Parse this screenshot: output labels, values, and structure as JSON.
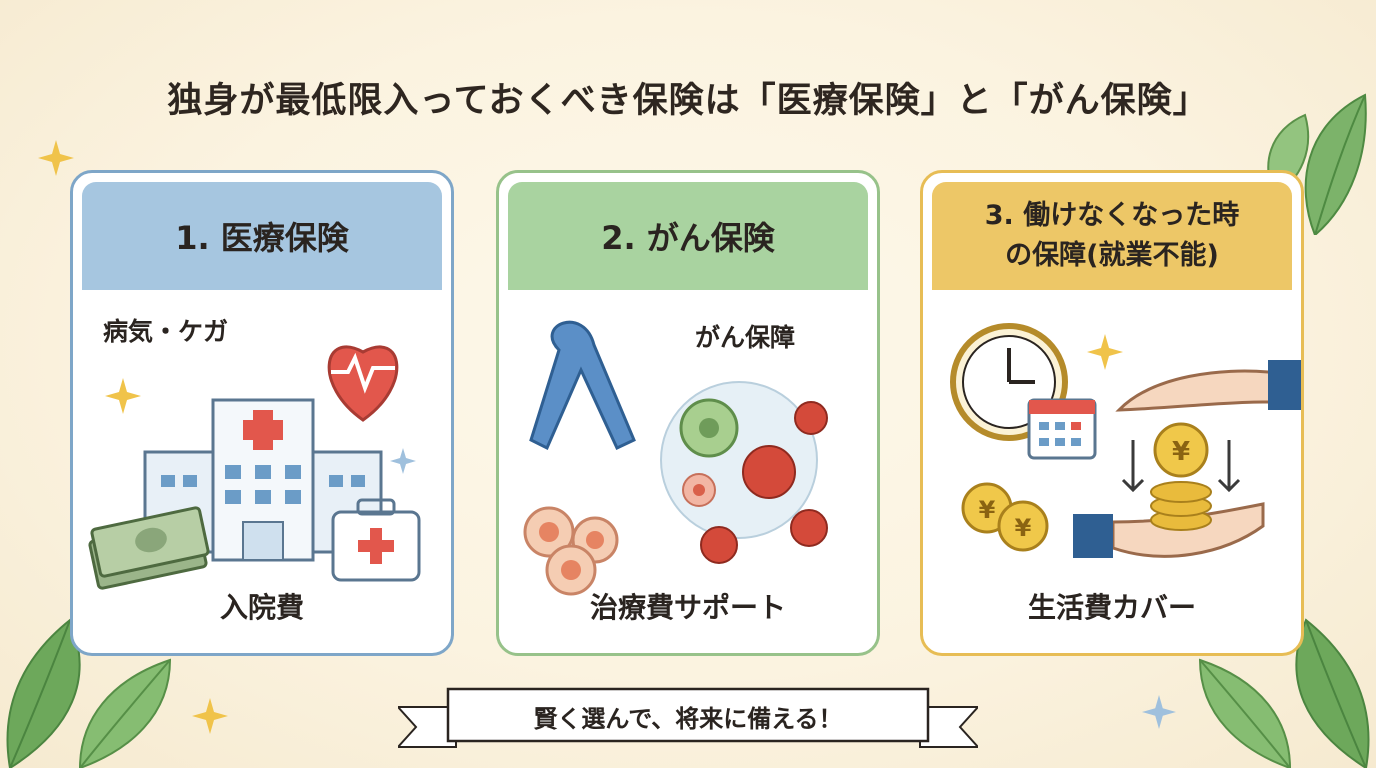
{
  "title": "独身が最低限入っておくべき保険は「医療保険」と「がん保険」",
  "cards": [
    {
      "heading": "1. 医療保険",
      "top_label": "病気・ケガ",
      "bottom_label": "入院費",
      "icons": [
        "hospital-icon",
        "heart-icon",
        "cash-stack-icon",
        "first-aid-kit-icon",
        "sparkle-icon"
      ]
    },
    {
      "heading": "2. がん保険",
      "top_label": "がん保障",
      "bottom_label": "治療費サポート",
      "icons": [
        "awareness-ribbon-icon",
        "cancer-cell-icon",
        "virus-icon"
      ]
    },
    {
      "heading_line1": "3. 働けなくなった時",
      "heading_line2": "の保障(就業不能)",
      "bottom_label": "生活費カバー",
      "icons": [
        "clock-icon",
        "calendar-icon",
        "yen-coin-icon",
        "hands-icon",
        "down-arrow-icon"
      ]
    }
  ],
  "banner": "賢く選んで、将来に備える！",
  "coin_symbol": "¥",
  "colors": {
    "background": "#fbf3e0",
    "card1_accent": "#a6c6e0",
    "card2_accent": "#a9d3a0",
    "card3_accent": "#edc767",
    "leaf": "#6aa35a"
  }
}
